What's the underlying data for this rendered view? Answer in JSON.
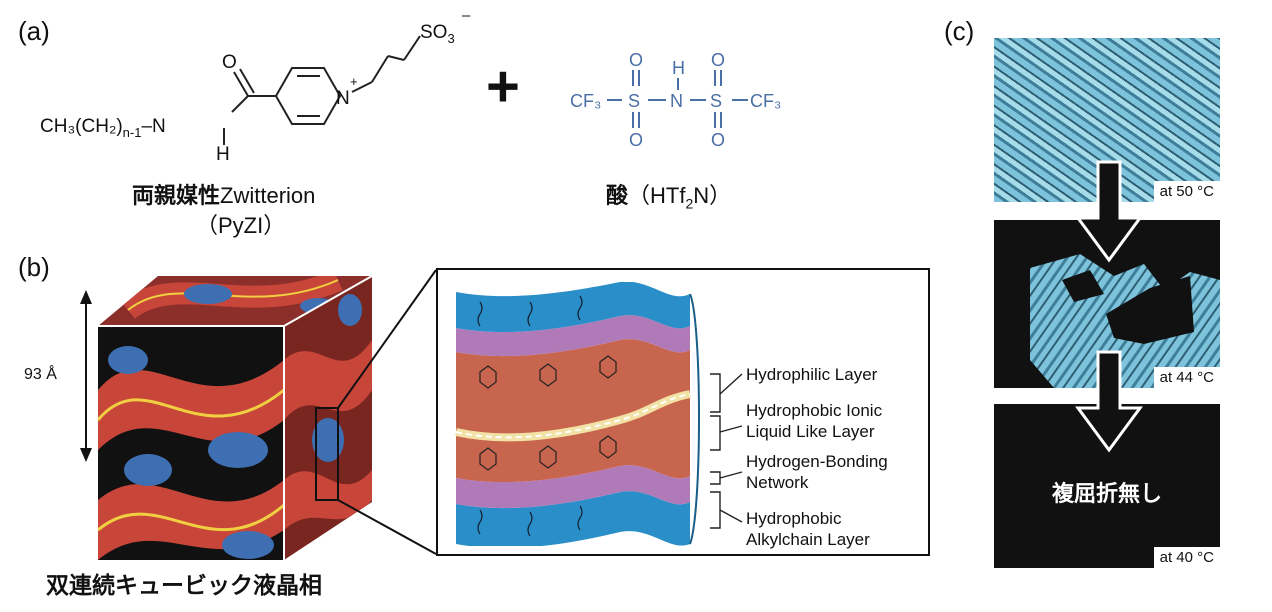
{
  "panel_a": {
    "label": "(a)",
    "zwitterion": {
      "alkyl": "CH₃(CH₂)",
      "alkyl_sub": "n-1",
      "dash_n": "–N",
      "h": "H",
      "o": "O",
      "n_plus": "N",
      "plus": "+",
      "so3": "SO",
      "so3_sub": "3",
      "minus": "–",
      "caption_bold": "両親媒性",
      "caption_rest": "Zwitterion",
      "caption_line2": "（PyZI）"
    },
    "plus_sign": "+",
    "acid": {
      "cf3_left": "CF₃",
      "s_left": "S",
      "nh_n": "N",
      "nh_h": "H",
      "s_right": "S",
      "cf3_right": "CF₃",
      "o": "O",
      "caption_bold": "酸",
      "caption_rest": "（HTf",
      "caption_sub": "2",
      "caption_end": "N）"
    }
  },
  "panel_b": {
    "label": "(b)",
    "dimension": "93 Å",
    "caption": "双連続キュービック液晶相",
    "layers": [
      "Hydrophilic Layer",
      "Hydrophobic Ionic Liquid Like Layer",
      "Hydrogen-Bonding Network",
      "Hydrophobic Alkylchain Layer"
    ],
    "layer_lines": [
      [
        "Hydrophilic Layer"
      ],
      [
        "Hydrophobic Ionic",
        "Liquid Like Layer"
      ],
      [
        "Hydrogen-Bonding",
        "Network"
      ],
      [
        "Hydrophobic",
        "Alkylchain Layer"
      ]
    ]
  },
  "panel_c": {
    "label": "(c)",
    "temps": [
      "at 50 °C",
      "at 44 °C",
      "at 40 °C"
    ],
    "no_birefringence": "複屈折無し"
  },
  "colors": {
    "structure_blue": "#4a6fa5",
    "cube_red": "#c8453a",
    "cube_blue": "#3e6fb3",
    "membrane_blue": "#2a8fc9",
    "membrane_purple": "#b07ab8",
    "membrane_red": "#c8654e",
    "texture_cyan": "#7ec3dc"
  }
}
